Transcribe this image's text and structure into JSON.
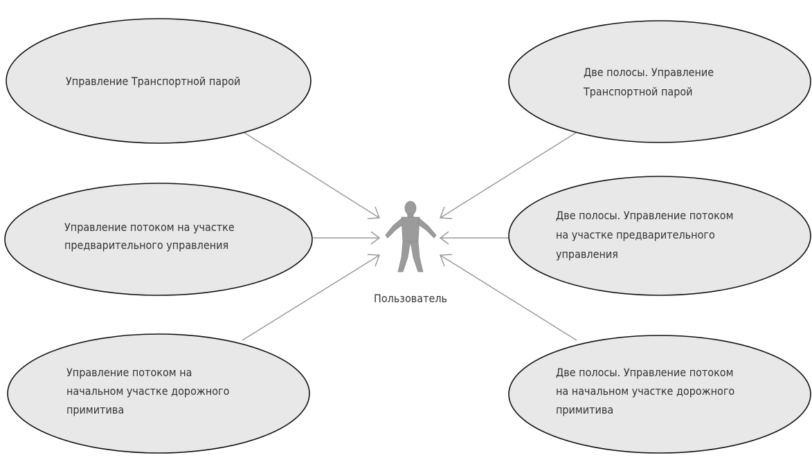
{
  "actor": {
    "label": "Пользователь"
  },
  "use_cases": [
    {
      "id": "uc-1",
      "lines": [
        "Управление Транспортной парой"
      ]
    },
    {
      "id": "uc-2",
      "lines": [
        "Управление потоком на участке",
        "предварительного управления"
      ]
    },
    {
      "id": "uc-3",
      "lines": [
        "Управление потоком на",
        "начальном участке дорожного",
        "примитива"
      ]
    },
    {
      "id": "uc-4",
      "lines": [
        "Две полосы. Управление",
        "Транспортной парой"
      ]
    },
    {
      "id": "uc-5",
      "lines": [
        "Две полосы. Управление потоком",
        "на участке предварительного",
        "управления"
      ]
    },
    {
      "id": "uc-6",
      "lines": [
        "Две полосы. Управление потоком",
        "на начальном участке дорожного",
        "примитива"
      ]
    }
  ],
  "colors": {
    "ellipse_fill": "#e8e8e8",
    "ellipse_stroke": "#111111",
    "line": "#9a9a9a",
    "actor_fill": "#9b9b9b"
  }
}
